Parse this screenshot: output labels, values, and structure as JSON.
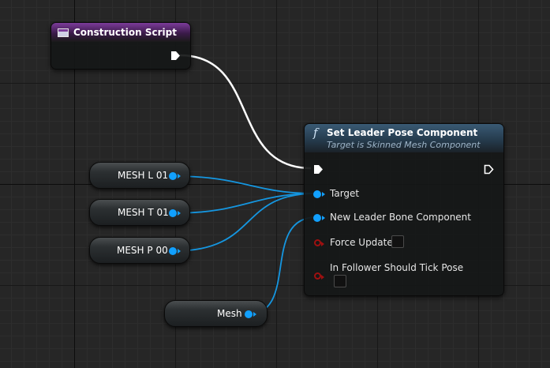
{
  "construction_script": {
    "title": "Construction Script",
    "icon": "script-icon",
    "header_color": "#7c3b9a"
  },
  "function_node": {
    "icon": "function-icon",
    "icon_glyph": "f",
    "title": "Set Leader Pose Component",
    "subtitle": "Target is Skinned Mesh Component",
    "header_color": "#3a5a74",
    "pins": {
      "target": "Target",
      "new_leader": "New Leader Bone Component",
      "force_update": "Force Update",
      "follower_tick": "In Follower Should Tick Pose"
    }
  },
  "variables": {
    "mesh_l": "MESH L 01",
    "mesh_t": "MESH T 01",
    "mesh_p": "MESH P 00",
    "mesh": "Mesh"
  },
  "colors": {
    "object_pin": "#11a0ff",
    "bool_pin": "#a01010",
    "exec_wire": "#ffffff"
  }
}
